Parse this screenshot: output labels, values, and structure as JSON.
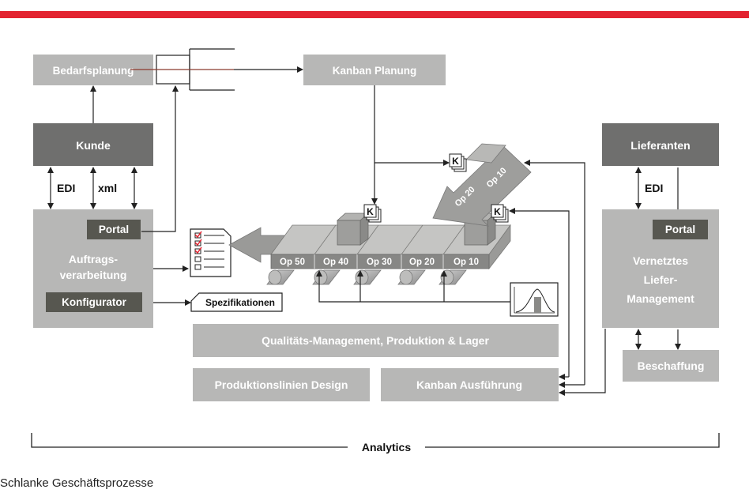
{
  "colors": {
    "top_bar": "#e32330",
    "light_box": "#b7b7b6",
    "dark_box": "#6f6f6e",
    "darker_box": "#575750",
    "text_on_box": "#ffffff",
    "line": "#222222"
  },
  "boxes": {
    "bedarfsplanung": "Bedarfsplanung",
    "kanban_planung": "Kanban Planung",
    "kunde": "Kunde",
    "lieferanten": "Lieferanten",
    "portal_left": "Portal",
    "auftrags_1": "Auftrags-",
    "auftrags_2": "verarbeitung",
    "konfigurator": "Konfigurator",
    "portal_right": "Portal",
    "vernetztes_1": "Vernetztes",
    "vernetztes_2": "Liefer-",
    "vernetztes_3": "Management",
    "beschaffung": "Beschaffung",
    "qualitaet": "Qualitäts-Management, Produktion & Lager",
    "produktionslinien": "Produktionslinien Design",
    "kanban_ausfuehrung": "Kanban Ausführung"
  },
  "links": {
    "edi_left": "EDI",
    "xml_left": "xml",
    "edi_right": "EDI"
  },
  "operations": [
    "Op 50",
    "Op 40",
    "Op 30",
    "Op 20",
    "Op 10"
  ],
  "incoming_ops": [
    "Op 20",
    "Op 10"
  ],
  "kanban_card": "K",
  "spezifikationen": "Spezifikationen",
  "analytics": "Analytics",
  "caption": "Schlanke Geschäftsprozesse"
}
